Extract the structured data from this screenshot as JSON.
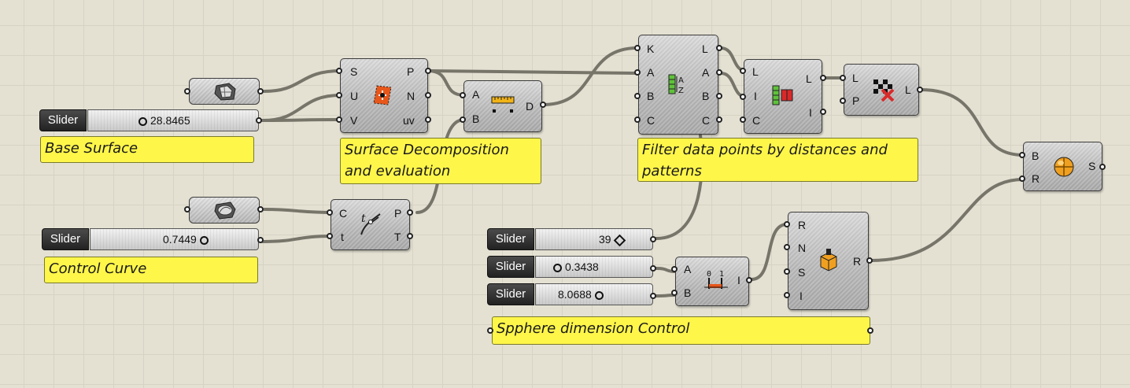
{
  "sliders": [
    {
      "label": "Slider",
      "value": "28.8465"
    },
    {
      "label": "Slider",
      "value": "0.7449"
    },
    {
      "label": "Slider",
      "value": "39"
    },
    {
      "label": "Slider",
      "value": "0.3438"
    },
    {
      "label": "Slider",
      "value": "8.0688"
    }
  ],
  "panels": {
    "base_surface": "Base Surface",
    "surface_decomposition_1": "Surface Decomposition",
    "surface_decomposition_2": "and evaluation",
    "filter_1": "Filter data points by distances and",
    "filter_2": "patterns",
    "control_curve": "Control Curve",
    "sphere_control": "Spphere dimension Control"
  },
  "components": {
    "evaluate_surface": {
      "inputs": [
        "S",
        "U",
        "V"
      ],
      "outputs": [
        "P",
        "N",
        "uv"
      ],
      "icon": "evaluate-surface-icon"
    },
    "distance": {
      "inputs": [
        "A",
        "B"
      ],
      "outputs": [
        "D"
      ],
      "icon": "distance-ruler-icon"
    },
    "curve_closest_point": {
      "inputs": [
        "C",
        "t"
      ],
      "outputs": [
        "P",
        "T"
      ],
      "icon": "curve-evaluate-icon"
    },
    "sort_list": {
      "inputs": [
        "K",
        "A",
        "B",
        "C"
      ],
      "outputs": [
        "L",
        "A",
        "B",
        "C"
      ],
      "icon": "sort-list-icon"
    },
    "list_item": {
      "inputs": [
        "L",
        "I",
        "C"
      ],
      "outputs": [
        "L",
        "I"
      ],
      "icon": "list-item-icon"
    },
    "cull_pattern": {
      "inputs": [
        "L",
        "P"
      ],
      "outputs": [
        "L"
      ],
      "icon": "cull-pattern-icon"
    },
    "range": {
      "inputs": [
        "A",
        "B"
      ],
      "outputs": [
        "I"
      ],
      "icon": "range-domain-icon"
    },
    "random": {
      "inputs": [
        "R",
        "N",
        "S",
        "I"
      ],
      "outputs": [
        "R"
      ],
      "icon": "random-number-icon"
    },
    "sphere": {
      "inputs": [
        "B",
        "R"
      ],
      "outputs": [
        "S"
      ],
      "icon": "sphere-icon"
    }
  },
  "colors": {
    "panel": "#fff64a",
    "wire": "#7a7768",
    "canvas": "#e4e1d3"
  }
}
